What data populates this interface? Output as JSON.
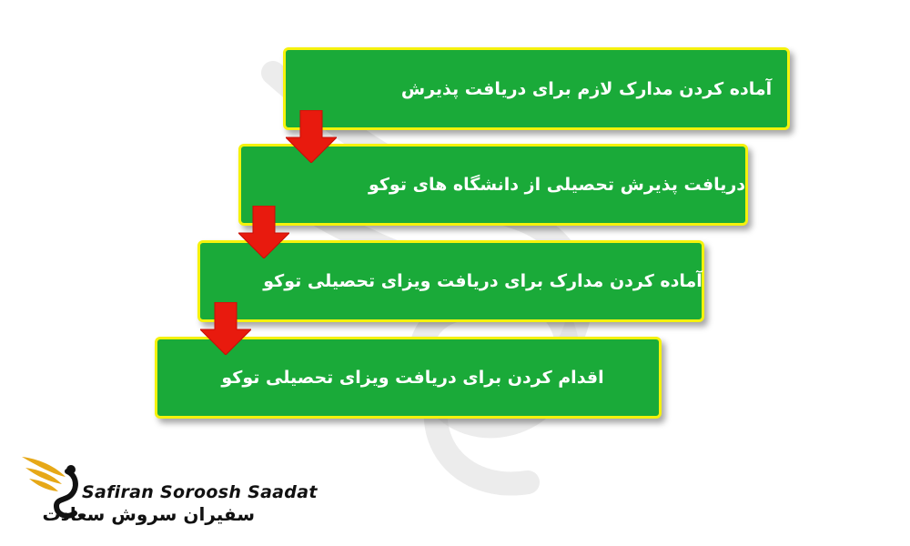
{
  "steps": [
    {
      "label": "آماده کردن مدارک لازم برای دریافت پذیرش"
    },
    {
      "label": "دریافت پذیرش تحصیلی از دانشگاه های توکو"
    },
    {
      "label": "آماده کردن مدارک برای دریافت ویزای تحصیلی توکو"
    },
    {
      "label": "اقدام کردن برای دریافت ویزای تحصیلی توکو"
    }
  ],
  "brand": {
    "name_en": "Safiran Soroosh Saadat",
    "name_fa": "سفیران سروش سعادت"
  },
  "colors": {
    "box_fill": "#1aaa39",
    "box_border": "#f5f20c",
    "arrow": "#e81a0e",
    "logo_gold": "#e6a817"
  },
  "icons": [
    "arrow-down-icon",
    "brand-logo-icon",
    "watermark-logo"
  ]
}
